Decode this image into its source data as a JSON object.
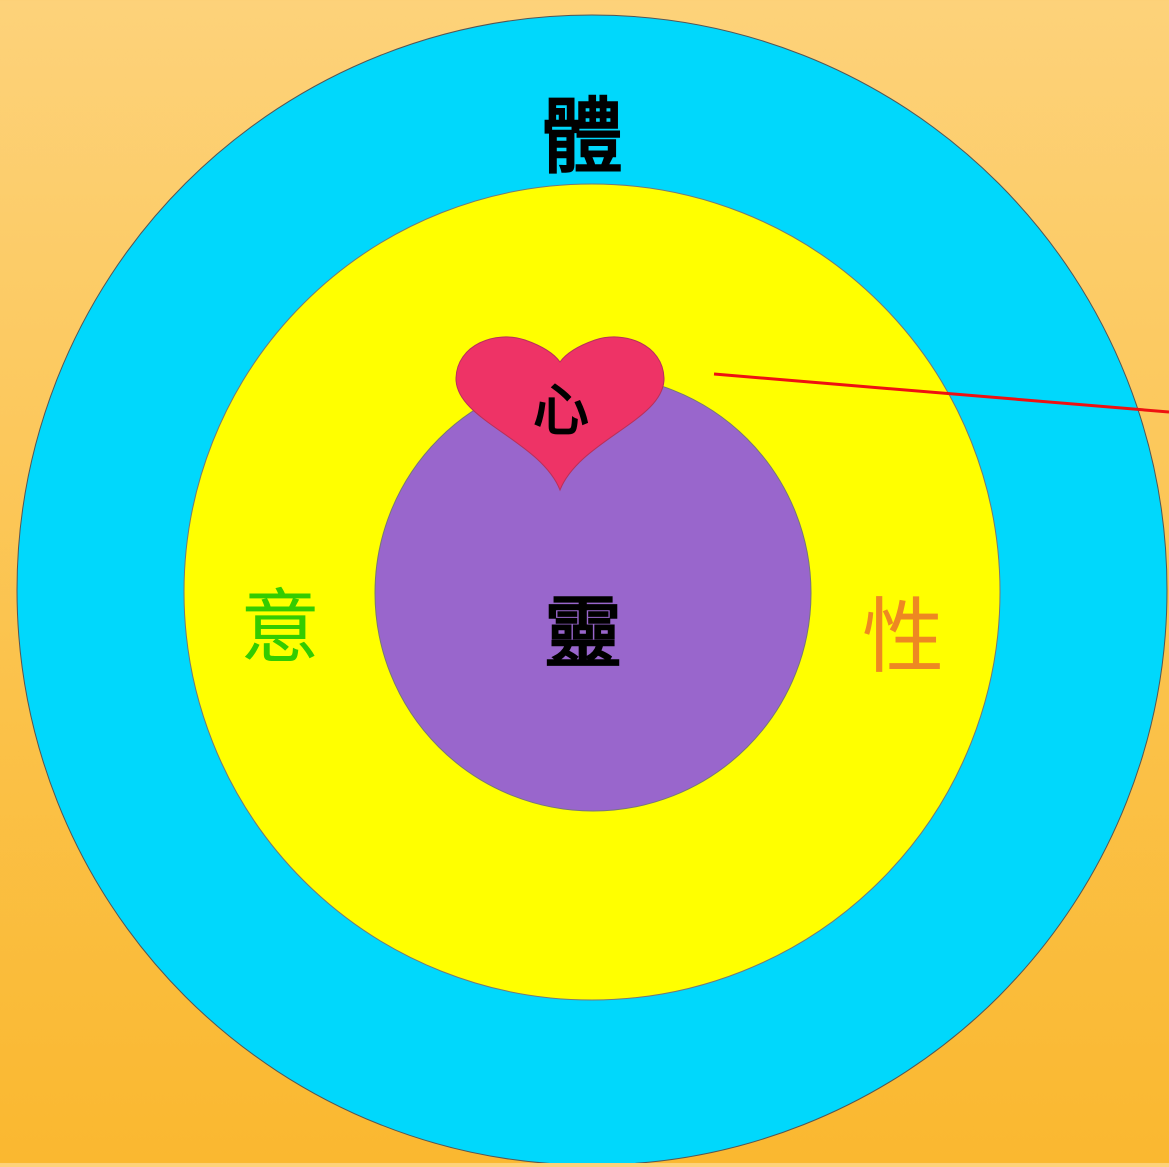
{
  "diagram": {
    "labels": {
      "body": "體",
      "heart": "心",
      "spirit": "靈",
      "will": "意",
      "nature": "性"
    },
    "colors": {
      "background_top": "#fdd27a",
      "background_bottom": "#fab830",
      "outer_ring": "#00d8fc",
      "middle_ring": "#ffff00",
      "inner_circle": "#9966cc",
      "heart": "#ee3366",
      "body_text": "#000000",
      "heart_text": "#000000",
      "spirit_text": "#000000",
      "will_text": "#33cc00",
      "nature_text": "#ee8822",
      "pointer_line": "#ee1111"
    }
  }
}
